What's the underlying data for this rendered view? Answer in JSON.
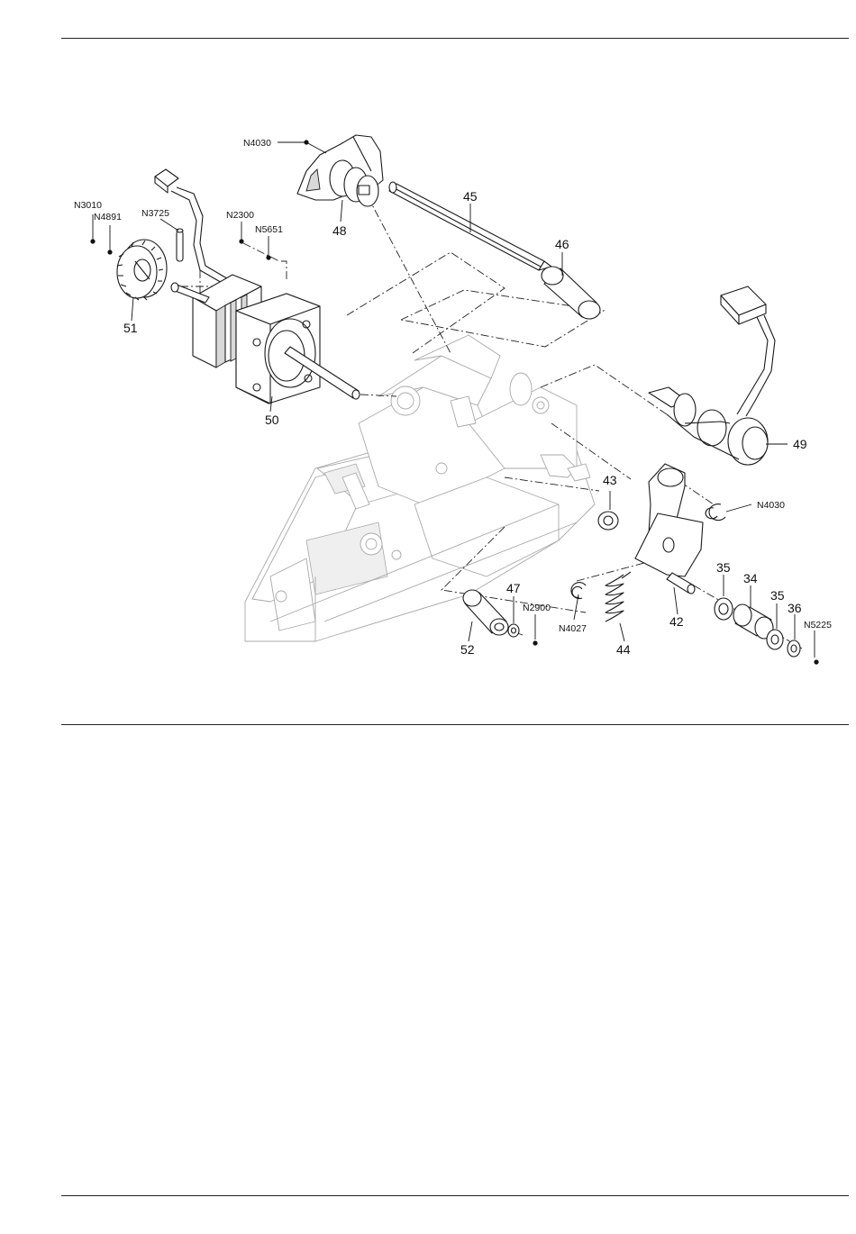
{
  "diagram": {
    "part_labels": {
      "p34": "34",
      "p35a": "35",
      "p35b": "35",
      "p36": "36",
      "p42": "42",
      "p43": "43",
      "p44": "44",
      "p45": "45",
      "p46": "46",
      "p47": "47",
      "p48": "48",
      "p49": "49",
      "p50": "50",
      "p51": "51",
      "p52": "52"
    },
    "ref_labels": {
      "n4030_top": "N4030",
      "n3010": "N3010",
      "n4891": "N4891",
      "n3725": "N3725",
      "n2300": "N2300",
      "n5651": "N5651",
      "n4030_right": "N4030",
      "n4027": "N4027",
      "n2900": "N2900",
      "n5225": "N5225"
    }
  }
}
